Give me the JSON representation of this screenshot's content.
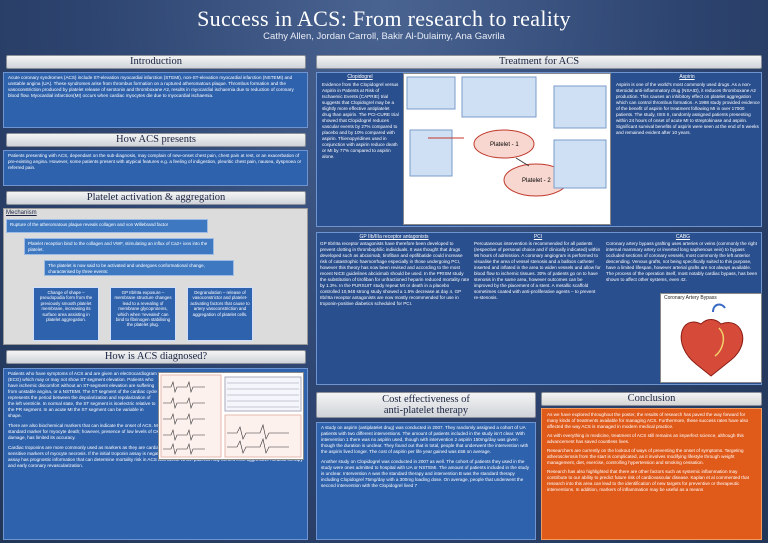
{
  "header": {
    "title": "Success in ACS: From research to reality",
    "authors": "Cathy Allen, Jordan Carroll, Bakir Al-Dulaimy, Ana Gavrila"
  },
  "sections": {
    "introduction": {
      "heading": "Introduction",
      "body": "Acute coronary syndromes (ACS) include ST-elevation myocardial infarction (STEMI), non-ST-elevation myocardial infarction (NSTEMI) and unstable angina (UA). These syndromes arise from thrombus formation on a ruptured atheromatous plaque. Thrombus formation and the vasoconstriction produced by platelet release of serotonin and thromboxane A2, results in myocardial ischaemia due to reduction of coronary blood flow. Myocardial infarction(MI) occurs when cardiac myocytes die due to myocardial ischaemia."
    },
    "presents": {
      "heading": "How ACS presents",
      "body": "Patients presenting with ACS, dependant on the sub-diagnosis, may complain of new-onset chest pain, chest pain at rest, or an exacerbation of pre-existing angina. However, some patients present with atypical features e.g. a feeling of indigestion, pleuritic chest pain, nausea, dyspnoea or referred pain."
    },
    "platelet": {
      "heading": "Platelet activation & aggregation",
      "mechanism_label": "Mechanism",
      "step1": "Rupture of the atheromatous plaque reveals collagen and von Willebrand factor",
      "step2": "Platelet reception bind to the collagen and VWF, stimulating an influx of Ca2+ ions into the platelet.",
      "step3": "The platelet is now said to be activated and undergoes conformational change, characterised by three events:",
      "box1": "Change of shape – pseudopodia form from the previously smooth platelet membrane, increasing its surface area assisting in platelet aggregation.",
      "box2": "GP IIb/IIIa exposure – membrane structure changes lead to a revealing of membrane glycoproteins, which when 'revealed' can bind to fibrinogen stabilising the platelet plug.",
      "box3": "Degranulation – release of vasoconstrictor and platelet-activating factors that cause to artery vasoconstriction and aggregation of platelet cells."
    },
    "diagnosed": {
      "heading": "How is ACS diagnosed?",
      "body1": "Patients who have symptoms of ACS and are given an electrocardiogram (ECG) which may or may not show ST segment elevation. Patients who have ischemic discomfort without an ST-segment elevation are suffering from unstable angina, or a NSTEMI. The ST segment of the cardiac cycle represents the period between the depolarization and repolarization of the left ventricle. In normal state, the ST segment is isoelectric relative to the PR segment. In an acute MI the ST segment can be variable in shape.",
      "body2": "There are also biochemical markers that can indicate the onset of ACS. Measurement of creatine-kinase-MB level was until recently as the standard marker for myocyte death; however, presence of low levels of CK-MB in the serum of normal individuals and patients with muscle damage, has limited its accuracy.",
      "body3": "Cardiac troponins are more commonly used as markers as they are cardiac-specific. Monoclonal antibody tests to troponin I and T are highly sensitive markers of myocyte necrosis. If the initial troponin assay is negative, it should be repeated 9–12 hours after admission. The troponin assay has prognostic information that can determine mortality risk in ACS and define which patients may benefit from aggressive medical therapy and early coronary revascularization."
    },
    "treatment": {
      "heading": "Treatment for ACS",
      "clopidogrel_title": "Clopidogrel",
      "clopidogrel_body": "Evidence from the Clopidogrel versus Aspirin in Patients at Risk of Ischaemic Events (CAPRIE) trial suggests that Clopidogrel may be a slightly more effective antiplatelet drug than aspirin. The PCI-CURE trial showed that Clopidogrel reduces vascular events by 27% compared to placebo and by 10% compared with aspirin. Thienopyridines used in conjunction with aspirin reduce death or MI by 77% compared to aspirin alone.",
      "aspirin_title": "Aspirin",
      "aspirin_body": "Aspirin is one of the world's most commonly used drugs. As a non-steroidal anti-inflammatory drug (NSAID), it reduces thromboxane A2 production. This causes an inhibitory effect on platelet aggregation which can control thrombus formation. A 1988 study provided evidence of the benefit of aspirin for treatment following MI in over 17000 patients. The study, ISIS II, randomly assigned patients presenting within 24 hours of onset of acute MI to streptokinase and aspirin. Significant survival benefits of aspirin were seen at the end of 5 weeks and remained evident after 10 years.",
      "gp_title": "GP IIb/IIIa receptor antagonists",
      "gp_body": "GP IIb/IIIa receptor antagonists have therefore been developed to prevent clotting in thrombophilic individuals. It was thought that drugs developed such as abciximab, tirofiban and eptifibatide could increase risk of catastrophic haemorrhage especially in those undergoing PCI, however this theory has now been revised and according to the most recent NICE guidelines abciximab should be used. In the PRISM study the substitution of tirofiban for unfractioned heparin reduced mortality rate by 1.3%. In the PURSUIT study repeat MI or death in a placebo controlled 10,948 strong study showed a 1.5% decrease at day 4. GP IIb/IIIa receptor antagonists are now mostly recommended for use in troponin-positive diabetics scheduled for PCI.",
      "pci_title": "PCI",
      "pci_body": "Percutaneous intervention is recommended for all patients (respective of personal choice and if clinically indicated) within 96 hours of admission. A coronary angiogram is performed to visualise the area of vessel stenosis and a balloon catheter inserted and inflated in the area to widen vessels and allow for blood flow to ischemic tissues. 30% of patients go on to have stenosis in the same area, however outcomes can be improved by the placement of a stent. A metallic scaffold sometimes coated with anti-proliferative agents – to prevent re-stenosis.",
      "cabg_title": "CABG",
      "cabg_body": "Coronary artery bypass grafting uses arteries or veins (commonly the right internal mammary artery or inverted long saphenous vein) to bypass occluded sections of coronary vessels, most commonly the left anterior descending. Venous grafts, not being specifically suited to this purpose, have a limited lifespan, however arterial grafts are not always available. The process of the operation itself, most notably cardiac bypass, has been shown to affect other systems, even 42.",
      "diagram_title": "Platelet - 1",
      "diagram_title2": "Platelet - 2",
      "cabg_fig_label": "Coronary Artery Bypass"
    },
    "cost": {
      "heading_line1": "Cost effectiveness of",
      "heading_line2": "anti-platelet therapy",
      "body1": "A study on aspirin (antiplatelet drug) was conducted in 2007. They randomly assigned a cohort of UA patients with two different interventions. The amount of patients included in the study isn't clear. With intervention 1 there was no aspirin used, though with intervention 2 aspirin 150mg/day was given though the duration is unclear. They found out that in total, people that underwent the intervention with the aspirin lived longer. The cost of aspirin per life year gained was £58 on average.",
      "body2": "Another study on Clopidogrel was conducted in 2007 as well. The cohort of patients they used in the study were ones admitted to hospital with UA or NSTEMI. The amount of patients included in the study is unclear. Intervention A was the standard therapy and intervention B was the standard therapy including Clopidogrel 75mg/day with a 300mg loading dose. On average, people that underwent the second intervention with the Clopidogrel lived 7"
    },
    "conclusion": {
      "heading": "Conclusion",
      "p1": "As we have explored throughout the poster, the results of research has paved the way forward for many kinds of treatments available for managing ACS. Furthermore, these success rates have also affected the way ACS is managed in modern medical practice.",
      "p2": "As with everything in medicine, treatment of ACS still remains an imperfect science, although this advancement has saved countless lives.",
      "p3": "Researchers are currently on the lookout of ways of preventing the onset of symptoms. Targeting atherosclerosis from the start is complicated, as it involves modifying lifestyle through weight management, diet, exercise, controlling hypertension and smoking cessation.",
      "p4": "Research has also highlighted that there are other factors such as systemic inflammation may contribute to our ability to predict future risk of cardiovascular disease. Kaplan et al commented that research into this area can lead to the identification of new targets for preventive or therapeutic interventions. In addition, markers of inflammation may be useful as a means"
    }
  },
  "colors": {
    "background": "#2d4470",
    "panel_blue": "#2f62ad",
    "panel_orange": "#e05a1a",
    "heading_bar": "#e8e8e8"
  }
}
